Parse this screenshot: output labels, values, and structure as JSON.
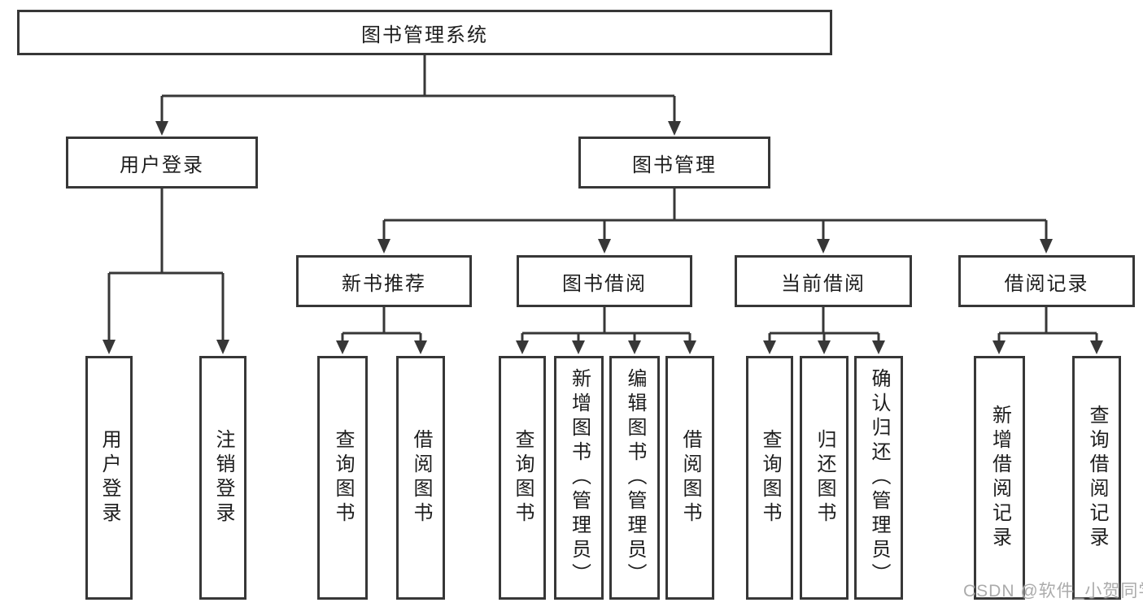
{
  "tree": {
    "root": {
      "label": "图书管理系统"
    },
    "branches": [
      {
        "label": "用户登录",
        "children": [
          {
            "label": "用户登录"
          },
          {
            "label": "注销登录"
          }
        ]
      },
      {
        "label": "图书管理",
        "children": [
          {
            "label": "新书推荐",
            "children": [
              {
                "label": "查询图书"
              },
              {
                "label": "借阅图书"
              }
            ]
          },
          {
            "label": "图书借阅",
            "children": [
              {
                "label": "查询图书"
              },
              {
                "label": "新增图书（管理员）"
              },
              {
                "label": "编辑图书（管理员）"
              },
              {
                "label": "借阅图书"
              }
            ]
          },
          {
            "label": "当前借阅",
            "children": [
              {
                "label": "查询图书"
              },
              {
                "label": "归还图书"
              },
              {
                "label": "确认归还（管理员）"
              }
            ]
          },
          {
            "label": "借阅记录",
            "children": [
              {
                "label": "新增借阅记录"
              },
              {
                "label": "查询借阅记录"
              }
            ]
          }
        ]
      }
    ]
  },
  "watermark": {
    "text": "CSDN @软件_小贺同学"
  },
  "colors": {
    "line": "#373737",
    "box_border": "#373737",
    "box_background": "#ffffff",
    "text": "#1d1d1d",
    "watermark": "#ababab"
  }
}
